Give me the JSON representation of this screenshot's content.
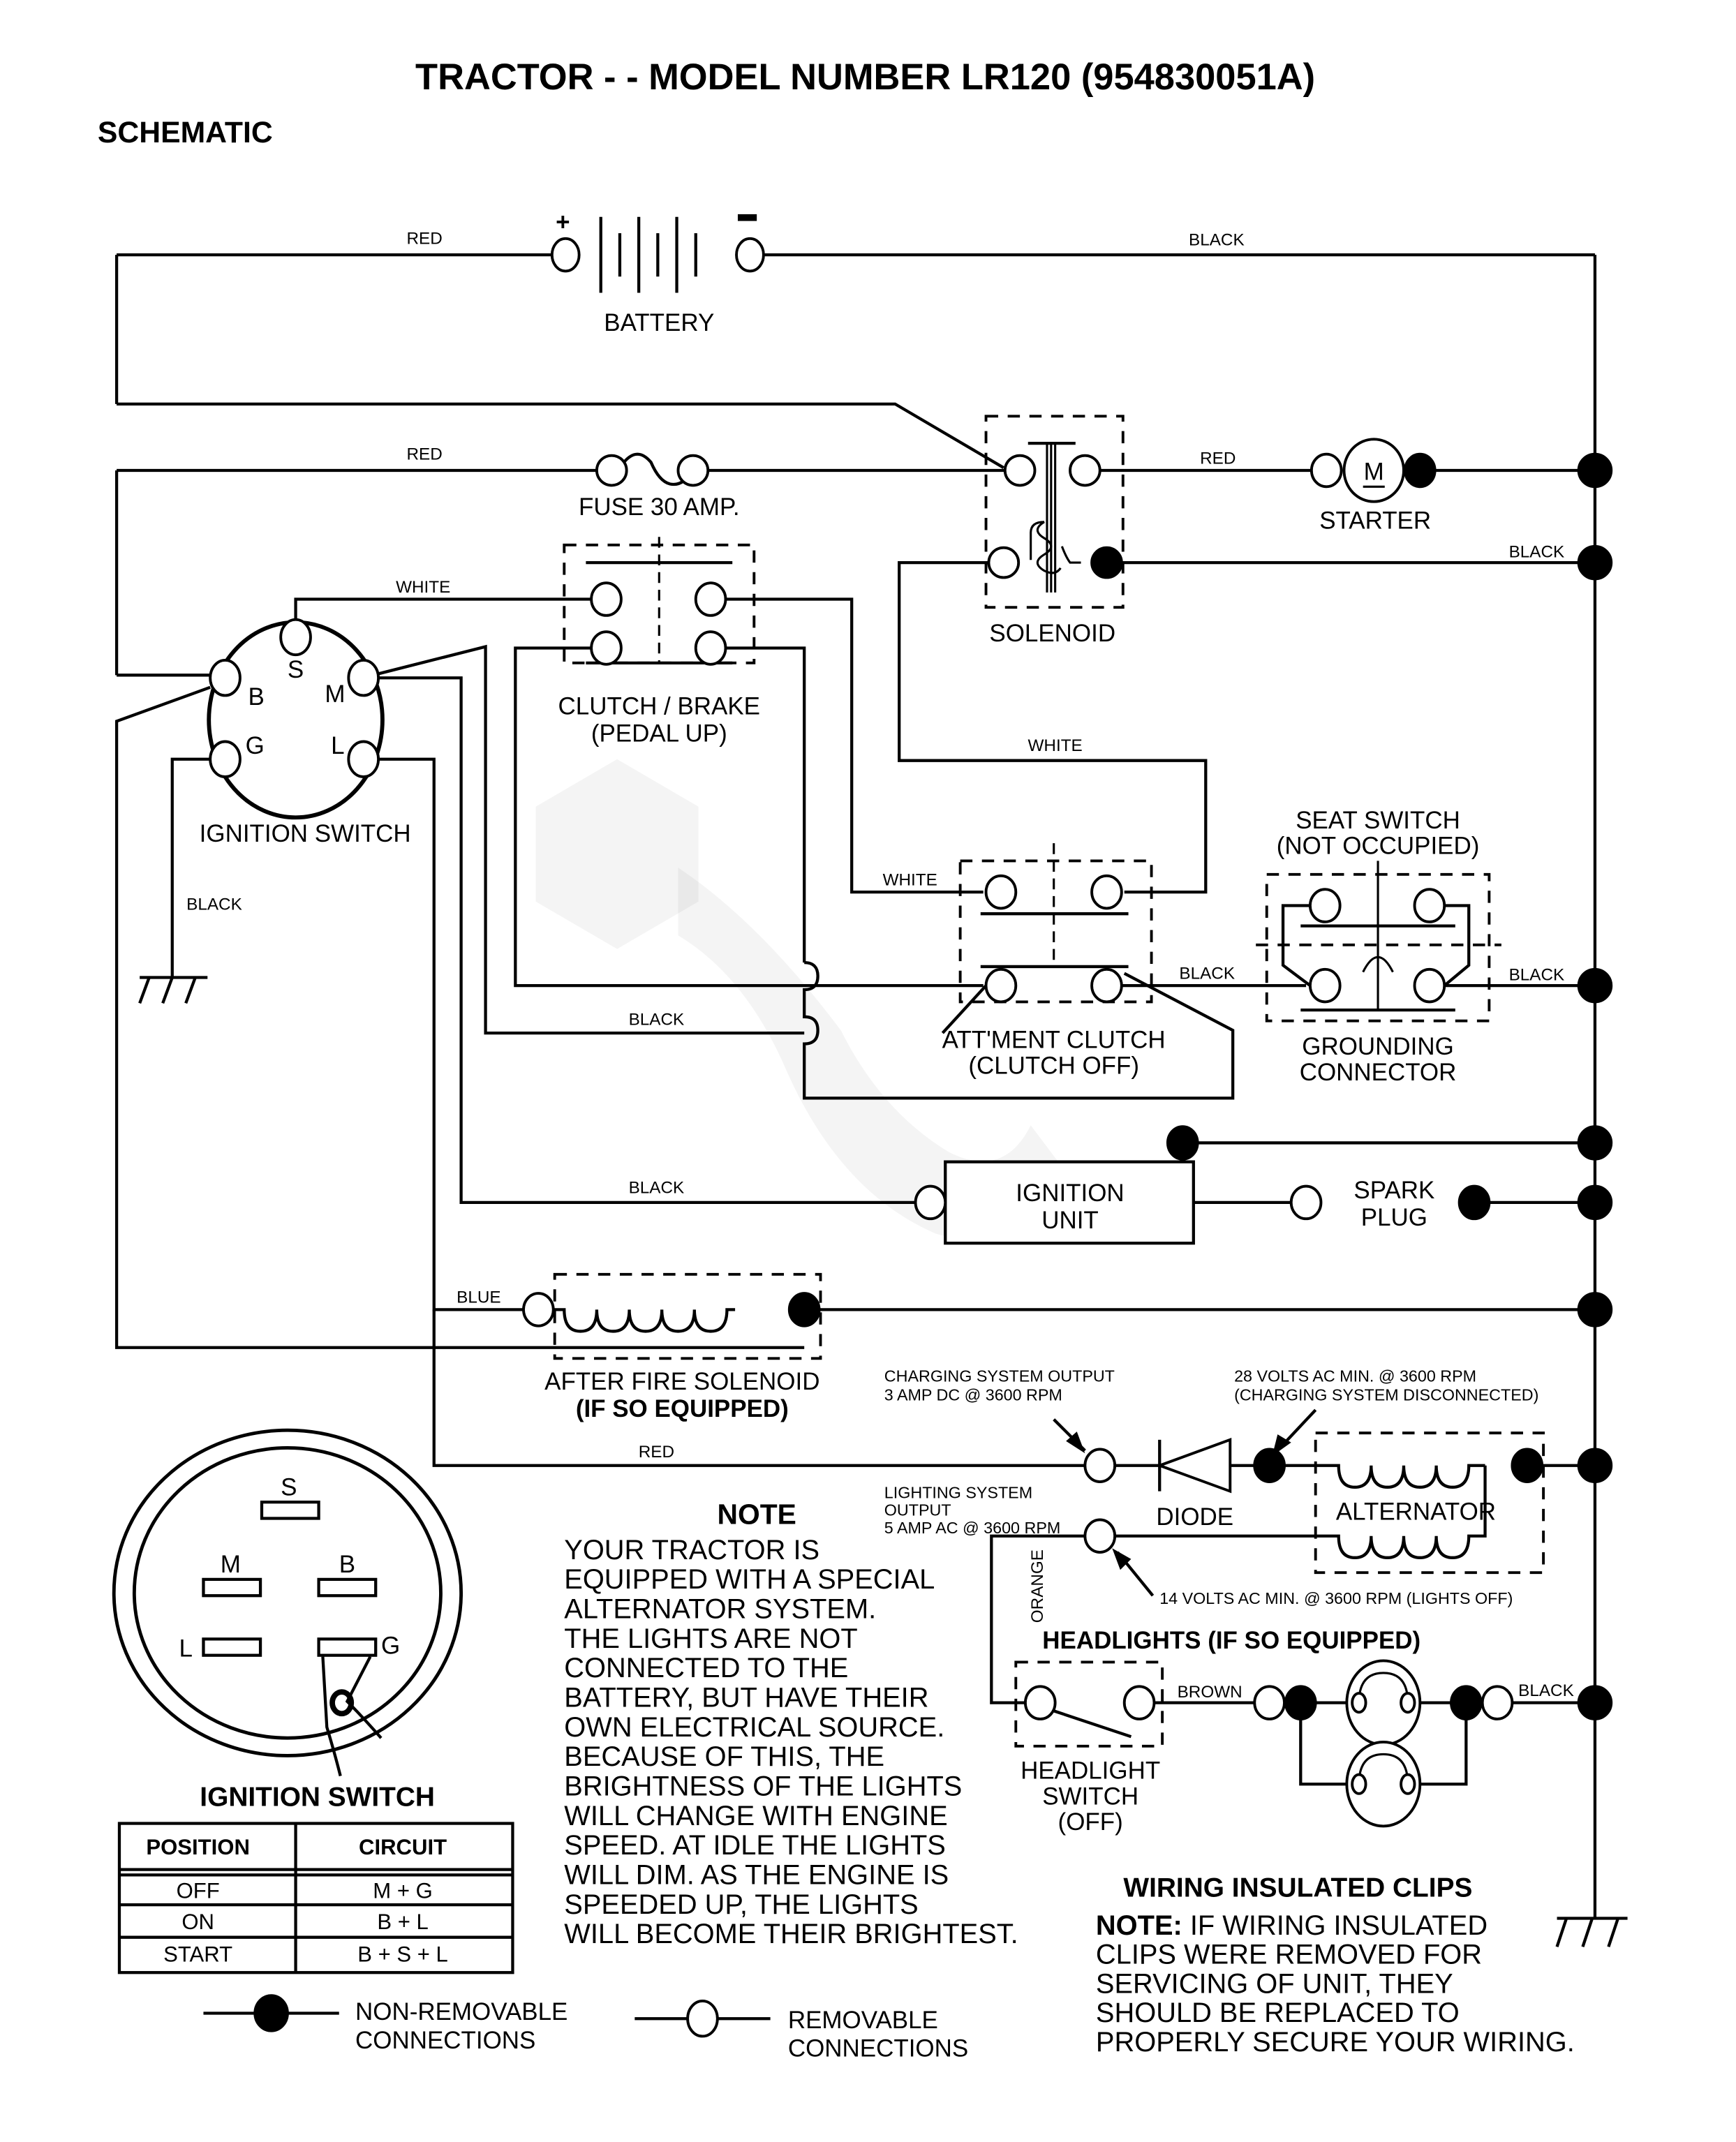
{
  "page": {
    "title": "TRACTOR - - MODEL NUMBER LR120 (954830051A)",
    "section": "SCHEMATIC"
  },
  "components": {
    "battery": {
      "label": "BATTERY",
      "plus": "+",
      "minus": "–"
    },
    "fuse": {
      "label": "FUSE 30 AMP."
    },
    "solenoid": {
      "label": "SOLENOID"
    },
    "starter": {
      "label": "STARTER",
      "symbol": "M"
    },
    "ignition_switch": {
      "label": "IGNITION SWITCH",
      "terminals": {
        "S": "S",
        "B": "B",
        "M": "M",
        "G": "G",
        "L": "L"
      }
    },
    "clutch_brake": {
      "label_line1": "CLUTCH / BRAKE",
      "label_line2": "(PEDAL UP)"
    },
    "attachment_clutch": {
      "label_line1": "ATT'MENT CLUTCH",
      "label_line2": "(CLUTCH OFF)"
    },
    "seat_switch": {
      "label_line1": "SEAT SWITCH",
      "label_line2": "(NOT OCCUPIED)"
    },
    "grounding_connector": {
      "label_line1": "GROUNDING",
      "label_line2": "CONNECTOR"
    },
    "ignition_unit": {
      "label_line1": "IGNITION",
      "label_line2": "UNIT"
    },
    "spark_plug": {
      "label_line1": "SPARK",
      "label_line2": "PLUG"
    },
    "after_fire_solenoid": {
      "label_line1": "AFTER FIRE SOLENOID",
      "label_line2": "(IF SO EQUIPPED)"
    },
    "diode": {
      "label": "DIODE"
    },
    "alternator": {
      "label": "ALTERNATOR"
    },
    "headlights": {
      "title": "HEADLIGHTS (IF SO EQUIPPED)"
    },
    "headlight_switch": {
      "label_line1": "HEADLIGHT",
      "label_line2": "SWITCH",
      "label_line3": "(OFF)"
    }
  },
  "wires": {
    "battery_pos": "RED",
    "battery_neg": "BLACK",
    "fuse_red": "RED",
    "solenoid_starter": "RED",
    "solenoid_ground": "BLACK",
    "ign_s_white": "WHITE",
    "solenoid_white": "WHITE",
    "att_white": "WHITE",
    "att_seat_black": "BLACK",
    "seat_ground_black": "BLACK",
    "ign_g_black": "BLACK",
    "clutch_black": "BLACK",
    "ign_unit_black": "BLACK",
    "afs_blue": "BLUE",
    "charging_red": "RED",
    "headlight_orange": "ORANGE",
    "headlight_brown": "BROWN",
    "headlight_black": "BLACK"
  },
  "annotations": {
    "charging_output": [
      "CHARGING SYSTEM OUTPUT",
      "3 AMP DC @ 3600 RPM"
    ],
    "charging_disconnected": [
      "28 VOLTS AC MIN. @ 3600 RPM",
      "(CHARGING SYSTEM DISCONNECTED)"
    ],
    "lighting_output": [
      "LIGHTING SYSTEM",
      "OUTPUT",
      "5 AMP AC @ 3600 RPM"
    ],
    "lights_off": "14 VOLTS AC MIN. @ 3600 RPM (LIGHTS OFF)"
  },
  "note": {
    "title": "NOTE",
    "lines": [
      "YOUR TRACTOR IS",
      "EQUIPPED WITH A SPECIAL",
      "ALTERNATOR SYSTEM.",
      "THE LIGHTS ARE NOT",
      "CONNECTED TO THE",
      "BATTERY, BUT HAVE THEIR",
      "OWN ELECTRICAL SOURCE.",
      "BECAUSE OF THIS, THE",
      "BRIGHTNESS OF THE LIGHTS",
      "WILL CHANGE WITH ENGINE",
      "SPEED.  AT IDLE THE LIGHTS",
      "WILL DIM.  AS THE ENGINE IS",
      "SPEEDED UP, THE LIGHTS",
      "WILL BECOME THEIR BRIGHTEST."
    ]
  },
  "ignition_detail": {
    "title": "IGNITION SWITCH",
    "terminals": {
      "S": "S",
      "M": "M",
      "B": "B",
      "L": "L",
      "G": "G"
    },
    "table": {
      "headers": [
        "POSITION",
        "CIRCUIT"
      ],
      "rows": [
        [
          "OFF",
          "M + G"
        ],
        [
          "ON",
          "B + L"
        ],
        [
          "START",
          "B + S + L"
        ]
      ]
    }
  },
  "legend": {
    "non_removable": [
      "NON-REMOVABLE",
      "CONNECTIONS"
    ],
    "removable": [
      "REMOVABLE",
      "CONNECTIONS"
    ]
  },
  "clips_note": {
    "title": "WIRING INSULATED CLIPS",
    "prefix": "NOTE:",
    "lines": [
      " IF WIRING INSULATED",
      "CLIPS WERE REMOVED FOR",
      "SERVICING OF UNIT, THEY",
      "SHOULD BE REPLACED TO",
      "PROPERLY SECURE YOUR WIRING."
    ]
  }
}
